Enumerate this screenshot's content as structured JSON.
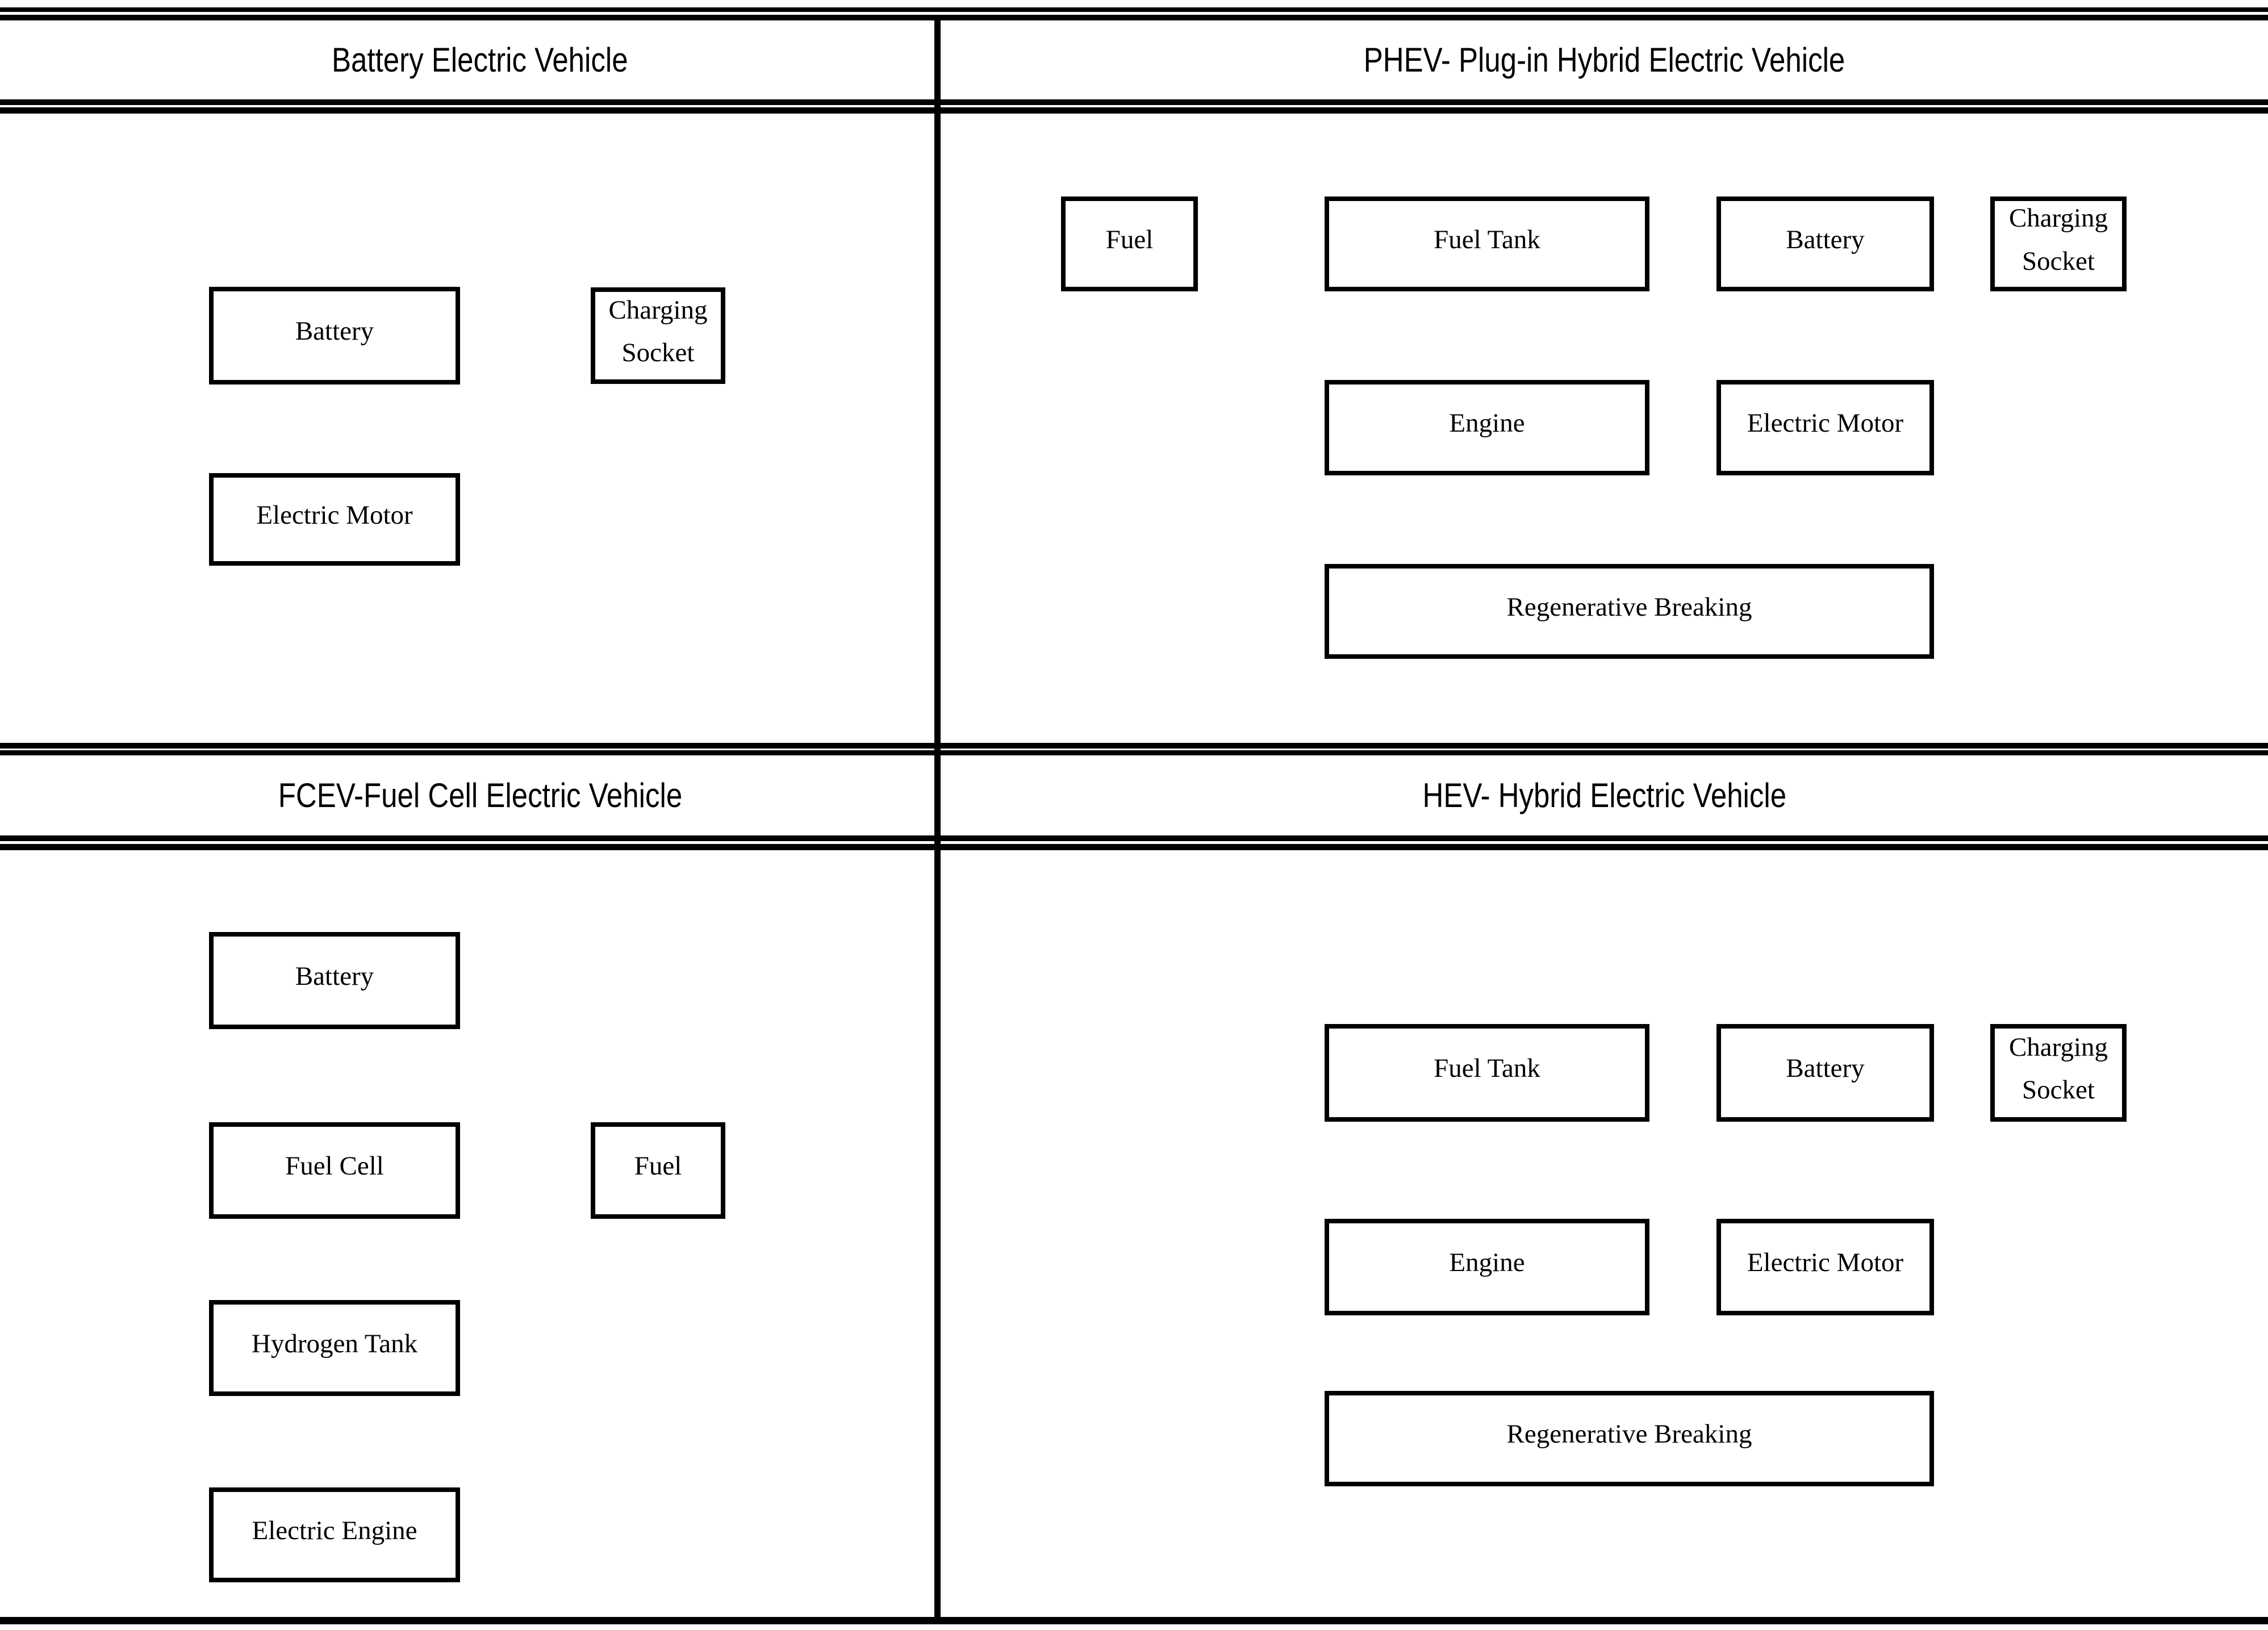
{
  "colors": {
    "line": "#000000",
    "background": "#ffffff",
    "text": "#000000"
  },
  "quadrants": {
    "bev": {
      "title": "Battery Electric Vehicle",
      "boxes": {
        "battery": "Battery",
        "charging_socket": "Charging Socket",
        "electric_motor": "Electric Motor"
      }
    },
    "phev": {
      "title": "PHEV- Plug-in Hybrid Electric Vehicle",
      "boxes": {
        "fuel": "Fuel",
        "fuel_tank": "Fuel Tank",
        "battery": "Battery",
        "charging_socket": "Charging Socket",
        "engine": "Engine",
        "electric_motor": "Electric Motor",
        "regenerative_breaking": "Regenerative Breaking"
      }
    },
    "fcev": {
      "title": "FCEV-Fuel Cell Electric Vehicle",
      "boxes": {
        "battery": "Battery",
        "fuel_cell": "Fuel Cell",
        "fuel": "Fuel",
        "hydrogen_tank": "Hydrogen Tank",
        "electric_engine": "Electric Engine"
      }
    },
    "hev": {
      "title": "HEV- Hybrid Electric Vehicle",
      "boxes": {
        "fuel_tank": "Fuel Tank",
        "battery": "Battery",
        "charging_socket": "Charging Socket",
        "engine": "Engine",
        "electric_motor": "Electric Motor",
        "regenerative_breaking": "Regenerative Breaking"
      }
    }
  }
}
